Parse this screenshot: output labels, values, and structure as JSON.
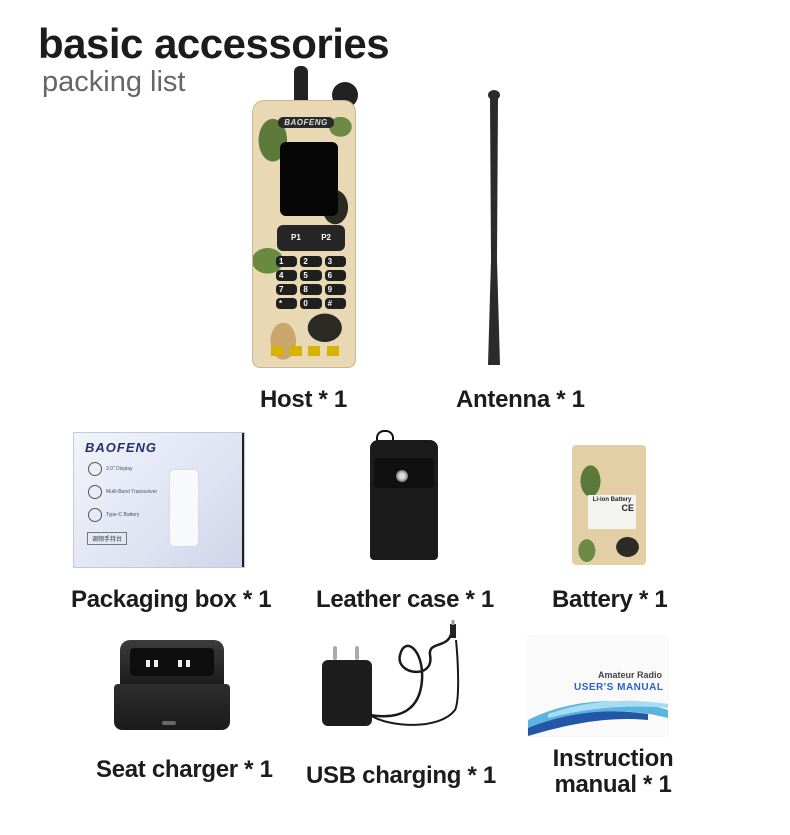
{
  "header": {
    "title": "basic accessories",
    "subtitle": "packing list"
  },
  "items": [
    {
      "id": "host",
      "label": "Host * 1",
      "icon": "radio-icon"
    },
    {
      "id": "antenna",
      "label": "Antenna * 1",
      "icon": "antenna-icon"
    },
    {
      "id": "packaging-box",
      "label": "Packaging box * 1",
      "icon": "box-icon"
    },
    {
      "id": "leather-case",
      "label": "Leather case * 1",
      "icon": "case-icon"
    },
    {
      "id": "battery",
      "label": "Battery * 1",
      "icon": "battery-icon"
    },
    {
      "id": "seat-charger",
      "label": "Seat charger * 1",
      "icon": "charger-icon"
    },
    {
      "id": "usb-charging",
      "label": "USB charging * 1",
      "icon": "usb-adapter-icon"
    },
    {
      "id": "instruction-manual",
      "label_line1": "Instruction",
      "label_line2": "manual * 1",
      "icon": "manual-icon"
    }
  ],
  "radio": {
    "brand": "BAOFENG",
    "nav_keys": [
      "P1",
      "P2"
    ],
    "keys": [
      "1",
      "2",
      "3",
      "4",
      "5",
      "6",
      "7",
      "8",
      "9",
      "*",
      "0",
      "#"
    ]
  },
  "box": {
    "brand": "BAOFENG",
    "features": [
      "3.0\" Display",
      "Multi-Band Transceiver",
      "Type-C Battery"
    ],
    "tag": "调频手持台"
  },
  "battery": {
    "label": "Li-ion Battery",
    "mark": "CE"
  },
  "manual": {
    "line1": "Amateur Radio",
    "line2": "USER'S  MANUAL"
  },
  "colors": {
    "title": "#1c1c1c",
    "subtitle": "#666666",
    "manual_accent": "#2c62c7",
    "camo_base": "#e8d8b4",
    "camo_green": "#5e7a3a"
  }
}
